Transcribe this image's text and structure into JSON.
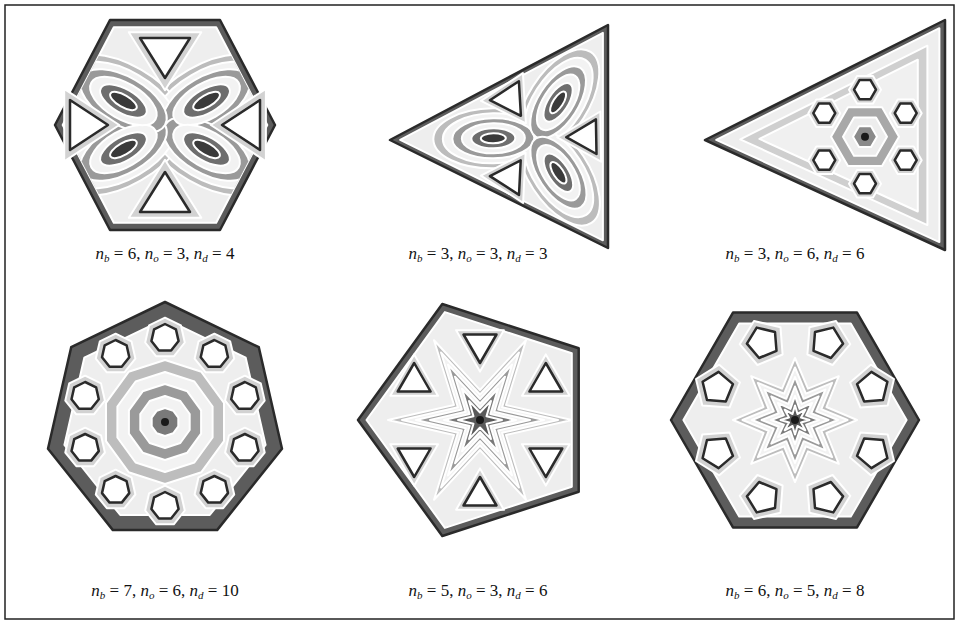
{
  "diagram": {
    "labels": [
      "nb = 6, no = 3, nd = 4",
      "nb = 3, no = 3, nd = 3",
      "nb = 3, no = 6, nd = 6",
      "nb = 7, no = 6, nd = 10",
      "nb = 5, no = 3, nd = 6",
      "nb = 6, no = 5, nd = 8"
    ]
  }
}
